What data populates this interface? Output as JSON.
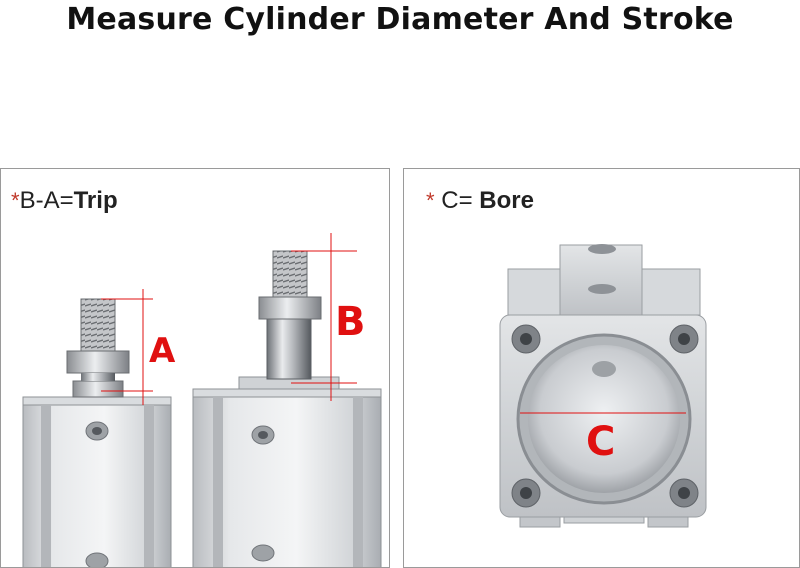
{
  "title": "Measure Cylinder Diameter And Stroke",
  "left_panel": {
    "star": "*",
    "formula": "B-A=",
    "emphasis": "Trip",
    "label_a": "A",
    "label_b": "B"
  },
  "right_panel": {
    "star": "*",
    "formula": " C= ",
    "emphasis": "Bore",
    "label_c": "C"
  },
  "colors": {
    "marker": "#e01010",
    "star": "#c0392b",
    "metal": "#c9ccd0"
  }
}
